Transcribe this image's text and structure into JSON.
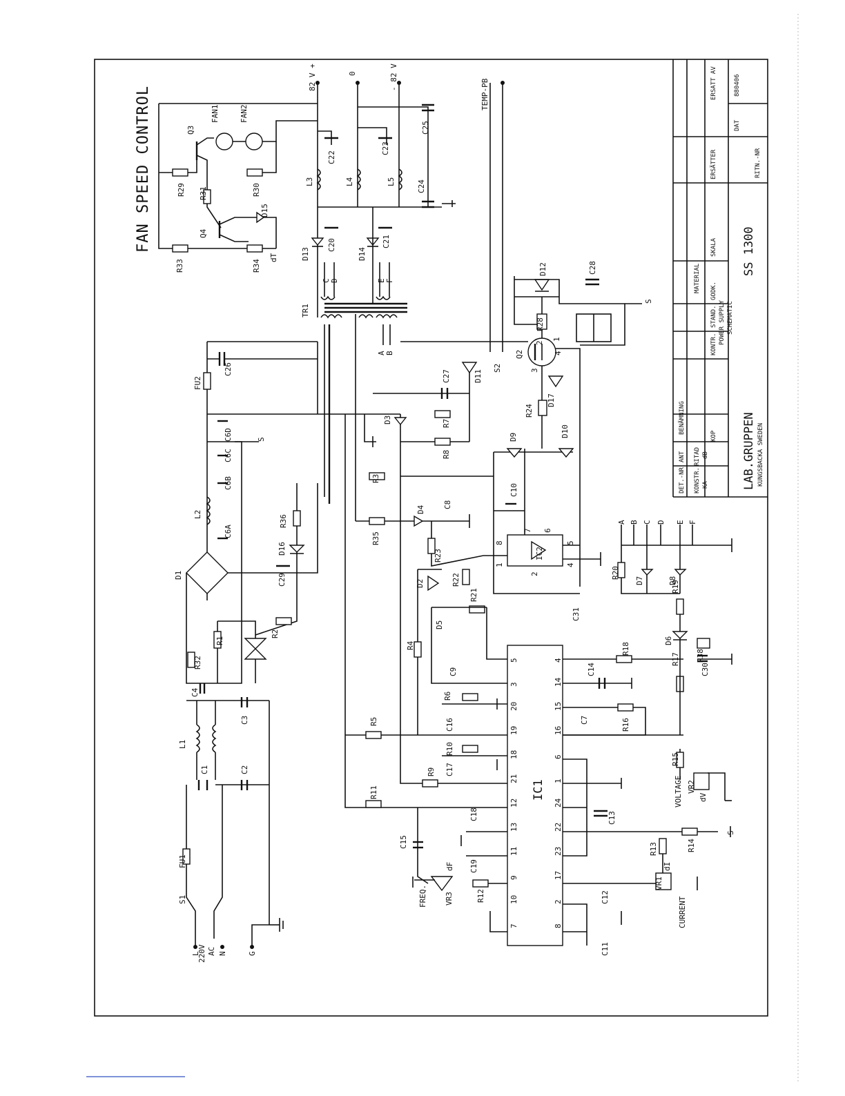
{
  "labels": {
    "fan_speed_control": "FAN SPEED CONTROL",
    "rail_plus": "82 V +",
    "rail_zero": "0",
    "rail_minus": "- 82 V",
    "temp_pb": "TEMP-PB",
    "s2": "S2",
    "mains_voltage": "220V",
    "mains_ac": "AC",
    "terminal_l": "L",
    "terminal_n": "N",
    "terminal_g": "G",
    "freq": "FREQ.",
    "current": "CURRENT",
    "voltage": "VOLTAGE",
    "dt": "dT",
    "df": "dF",
    "di": "dI",
    "dv": "dV",
    "ic1": "IC1",
    "ic2": "IC2",
    "winding_a": "A",
    "winding_b": "B",
    "winding_c": "C",
    "winding_d": "D",
    "winding_e": "E",
    "winding_f": "F",
    "out_a": "A",
    "out_b": "B",
    "out_c": "C",
    "out_d": "D",
    "out_e": "E",
    "out_f": "F",
    "s_node": "S",
    "pin_1": "1",
    "pin_2": "2",
    "pin_3": "3",
    "pin_4": "4"
  },
  "ic1_pins_left": [
    "5",
    "3",
    "20",
    "19",
    "18",
    "21",
    "12",
    "13",
    "11",
    "9",
    "10",
    "7"
  ],
  "ic1_pins_right": [
    "4",
    "14",
    "15",
    "16",
    "6",
    "1",
    "24",
    "22",
    "23",
    "17",
    "2",
    "8"
  ],
  "ic2_pins": [
    "8",
    "1",
    "7",
    "6",
    "2",
    "5",
    "4"
  ],
  "components": [
    "Q3",
    "FAN1",
    "FAN2",
    "R29",
    "R30",
    "R31",
    "Q4",
    "R33",
    "R34",
    "D15",
    "L3",
    "L4",
    "L5",
    "C22",
    "C23",
    "C25",
    "C24",
    "C20",
    "C21",
    "D13",
    "D14",
    "TR1",
    "D12",
    "C28",
    "R28",
    "Q2",
    "D17",
    "R24",
    "D11",
    "C27",
    "FU2",
    "C26",
    "C6D",
    "C6C",
    "C6B",
    "C6A",
    "L2",
    "D1",
    "R36",
    "D16",
    "C29",
    "R32",
    "R1",
    "R2",
    "C4",
    "L1",
    "C1",
    "C2",
    "C3",
    "FU1",
    "S1",
    "D3",
    "R7",
    "R8",
    "R3",
    "R35",
    "D4",
    "C8",
    "C10",
    "D9",
    "D10",
    "R23",
    "D2",
    "R22",
    "R21",
    "C31",
    "R4",
    "D5",
    "C9",
    "R6",
    "C16",
    "R5",
    "R10",
    "C17",
    "R9",
    "R11",
    "C15",
    "C18",
    "C19",
    "R12",
    "VR3",
    "C14",
    "C7",
    "R16",
    "C13",
    "R13",
    "R14",
    "VR1",
    "C12",
    "C11",
    "R18",
    "R17",
    "R15",
    "VR2",
    "C30",
    "D6",
    "R38",
    "R19",
    "R20",
    "D7",
    "D8"
  ],
  "title_block": {
    "company": "LAB.GRUPPEN",
    "location": "KUNGSBACKA SWEDEN",
    "model": "SS 1300",
    "title_line1": "POWER SUPPLY",
    "title_line2": "SCHEMATIC",
    "det_nr": "DET.-NR",
    "ant": "ANT",
    "benamning": "BENÄMNING",
    "material": "MATERIAL",
    "konstr": "KONSTR.",
    "ritad": "RITAD",
    "ka": "KA",
    "db": "dB",
    "kop": "KOP",
    "kontr": "KONTR.",
    "stand": "STAND.",
    "godk": "GODK.",
    "skala": "SKALA",
    "ersatter": "ERSÄTTER",
    "ersatt_av": "ERSATT AV",
    "dat": "DAT",
    "date_value": "880406",
    "ritn_nr": "RITN.-NR"
  }
}
